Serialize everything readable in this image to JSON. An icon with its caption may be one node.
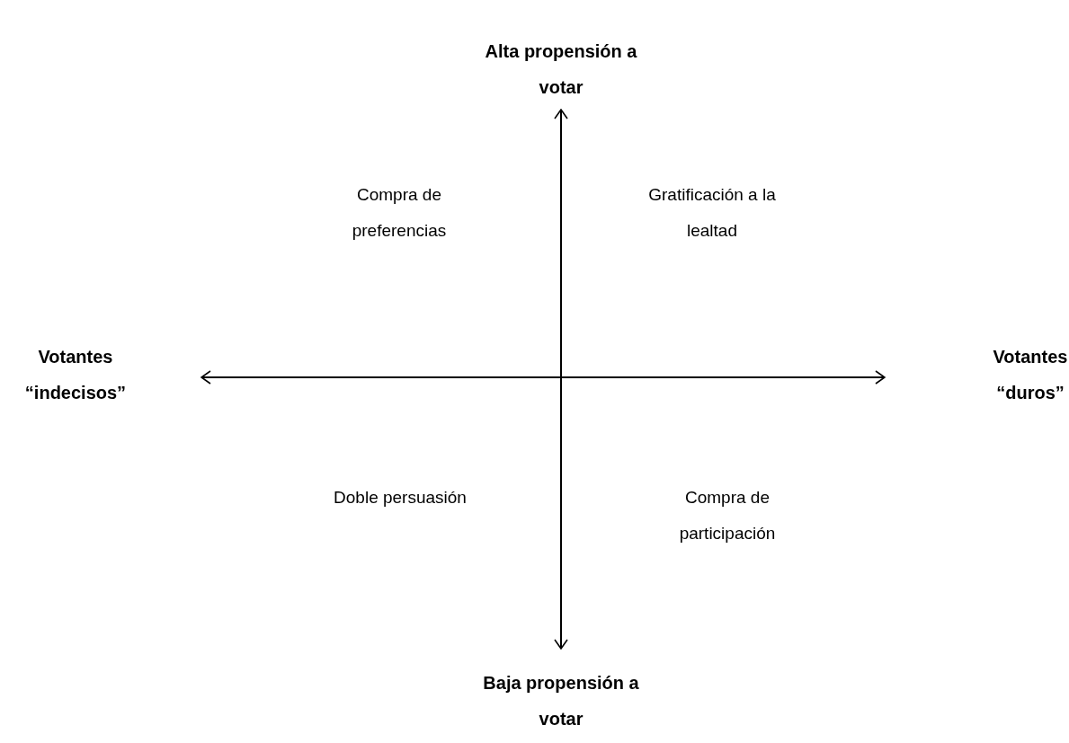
{
  "diagram": {
    "labels": [
      "Alta propensión a votar",
      "Compra de preferencias",
      "Gratificación a la lealtad",
      "Votantes “indecisos”",
      "Votantes “duros”",
      "Doble persuasión",
      "Compra de participación",
      "Baja propensión a votar"
    ]
  }
}
